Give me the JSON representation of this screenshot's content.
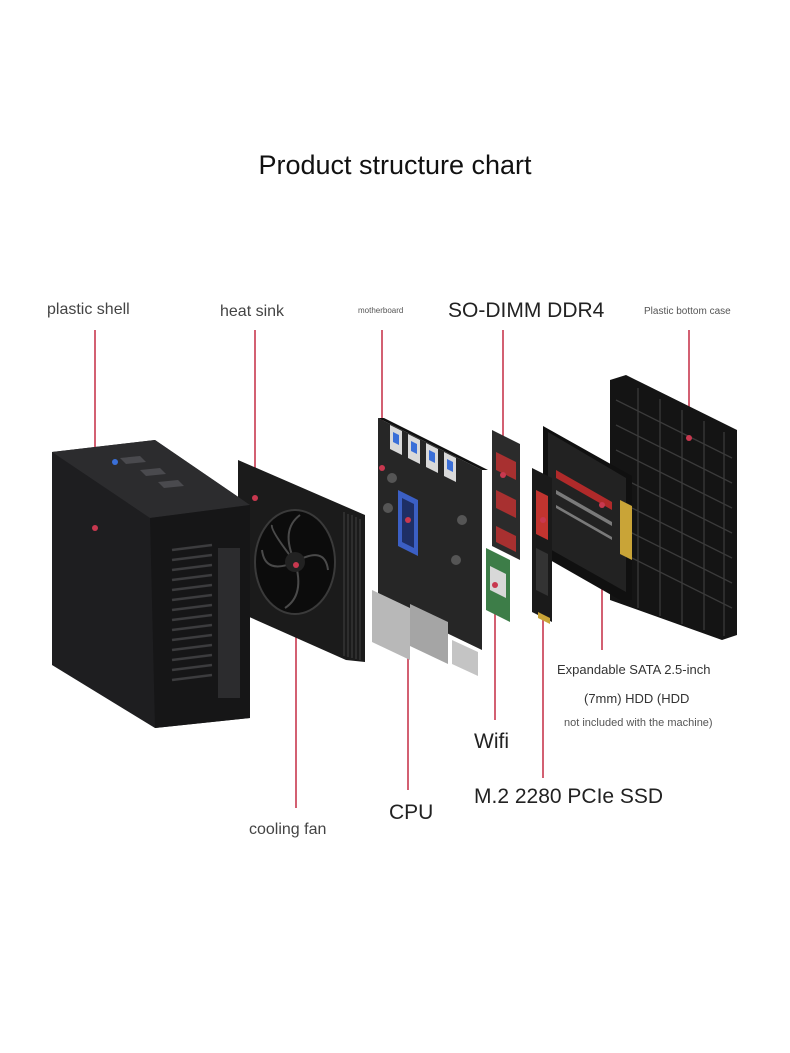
{
  "title": "Product structure chart",
  "labels": {
    "plastic_shell": "plastic shell",
    "heat_sink": "heat sink",
    "motherboard": "motherboard",
    "so_dimm": "SO-DIMM DDR4",
    "bottom_case": "Plastic bottom case",
    "cooling_fan": "cooling fan",
    "cpu": "CPU",
    "wifi": "Wifi",
    "m2_ssd": "M.2  2280  PCIe SSD",
    "sata_line1": "Expandable SATA 2.5-inch",
    "sata_line2": "(7mm) HDD (HDD",
    "sata_line3": "not included with the machine)"
  },
  "colors": {
    "leader_line": "#c8384f",
    "chassis": "#1e1e20",
    "board": "#2a2a2a",
    "usb_port": "#3a6fd8"
  }
}
